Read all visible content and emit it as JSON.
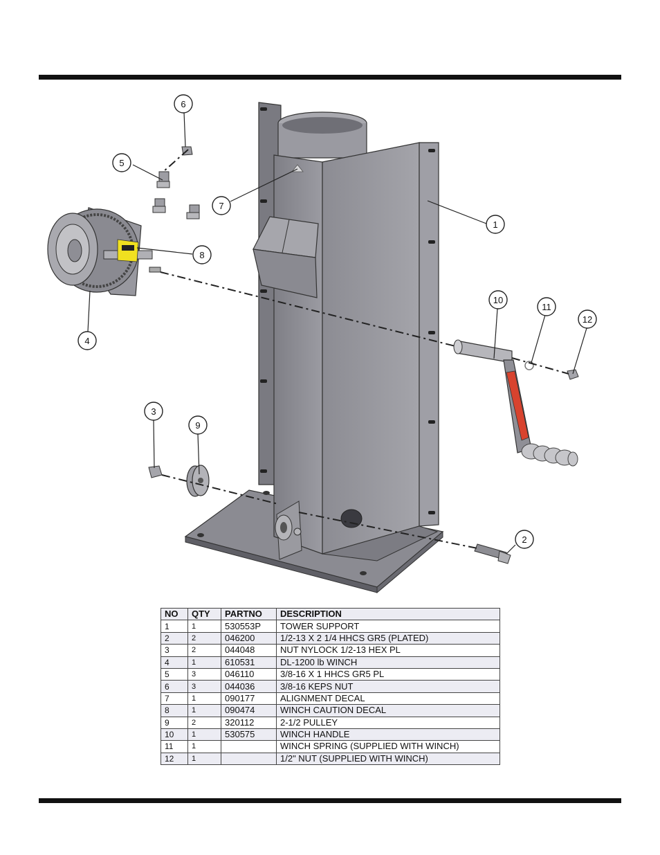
{
  "callouts": [
    "1",
    "2",
    "3",
    "4",
    "5",
    "6",
    "7",
    "8",
    "9",
    "10",
    "11",
    "12"
  ],
  "table": {
    "headers": {
      "no": "NO",
      "qty": "QTY",
      "partno": "PARTNO",
      "description": "DESCRIPTION"
    },
    "rows": [
      {
        "no": "1",
        "qty": "1",
        "partno": "530553P",
        "description": "TOWER SUPPORT"
      },
      {
        "no": "2",
        "qty": "2",
        "partno": "046200",
        "description": "1/2-13 X 2 1/4 HHCS GR5 (PLATED)"
      },
      {
        "no": "3",
        "qty": "2",
        "partno": "044048",
        "description": "NUT NYLOCK 1/2-13 HEX PL"
      },
      {
        "no": "4",
        "qty": "1",
        "partno": "610531",
        "description": "DL-1200 lb WINCH"
      },
      {
        "no": "5",
        "qty": "3",
        "partno": "046110",
        "description": "3/8-16 X 1 HHCS GR5 PL"
      },
      {
        "no": "6",
        "qty": "3",
        "partno": "044036",
        "description": "3/8-16 KEPS NUT"
      },
      {
        "no": "7",
        "qty": "1",
        "partno": "090177",
        "description": "ALIGNMENT DECAL"
      },
      {
        "no": "8",
        "qty": "1",
        "partno": "090474",
        "description": "WINCH CAUTION DECAL"
      },
      {
        "no": "9",
        "qty": "2",
        "partno": "320112",
        "description": "2-1/2 PULLEY"
      },
      {
        "no": "10",
        "qty": "1",
        "partno": "530575",
        "description": "WINCH HANDLE"
      },
      {
        "no": "11",
        "qty": "1",
        "partno": "",
        "description": "WINCH SPRING (SUPPLIED WITH WINCH)"
      },
      {
        "no": "12",
        "qty": "1",
        "partno": "",
        "description": "1/2\" NUT (SUPPLIED WITH WINCH)"
      }
    ]
  },
  "colors": {
    "steel": "#8e8e95",
    "steel_dark": "#6d6d74",
    "steel_light": "#b4b4ba",
    "decal_red": "#d8432e",
    "decal_yellow": "#f0e020"
  }
}
